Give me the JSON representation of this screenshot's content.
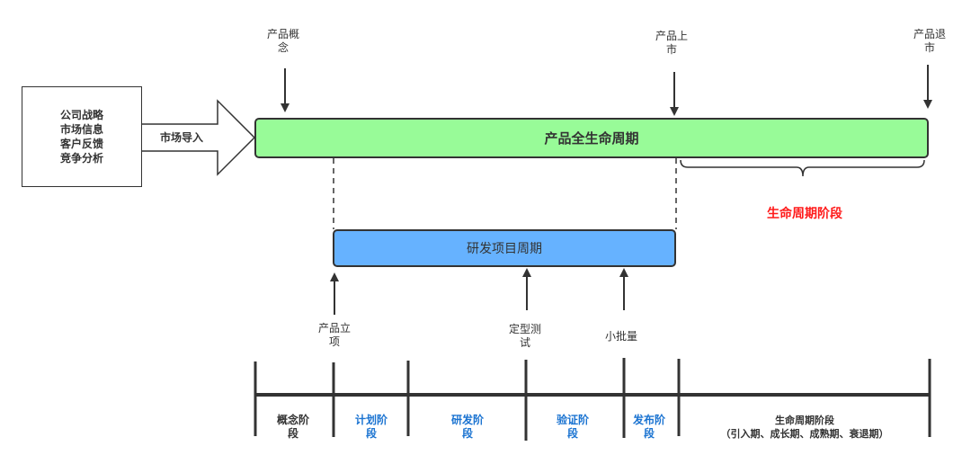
{
  "input_box": {
    "lines": "公司战略\n市场信息\n客户反馈\n竞争分析"
  },
  "input_arrow_label": "市场导入",
  "lifecycle_bar": {
    "label": "产品全生命周期",
    "fill_color": "#98fb98"
  },
  "rd_bar": {
    "label": "研发项目周期",
    "fill_color": "#66b2ff"
  },
  "top_milestones": [
    {
      "label": "产品概\n念"
    },
    {
      "label": "产品上\n市"
    },
    {
      "label": "产品退\n市"
    }
  ],
  "brace_label": {
    "text": "生命周期阶段",
    "color": "#ff1a1a"
  },
  "rd_milestones": [
    {
      "label": "产品立\n项"
    },
    {
      "label": "定型测\n试"
    },
    {
      "label": "小批量"
    }
  ],
  "phases": [
    {
      "label": "概念阶\n段",
      "color": "#333333"
    },
    {
      "label": "计划阶\n段",
      "color": "#1a73d1"
    },
    {
      "label": "研发阶\n段",
      "color": "#1a73d1"
    },
    {
      "label": "验证阶\n段",
      "color": "#1a73d1"
    },
    {
      "label": "发布阶\n段",
      "color": "#1a73d1"
    },
    {
      "label": "生命周期阶段\n（引入期、成长期、成熟期、衰退期）",
      "color": "#333333"
    }
  ]
}
